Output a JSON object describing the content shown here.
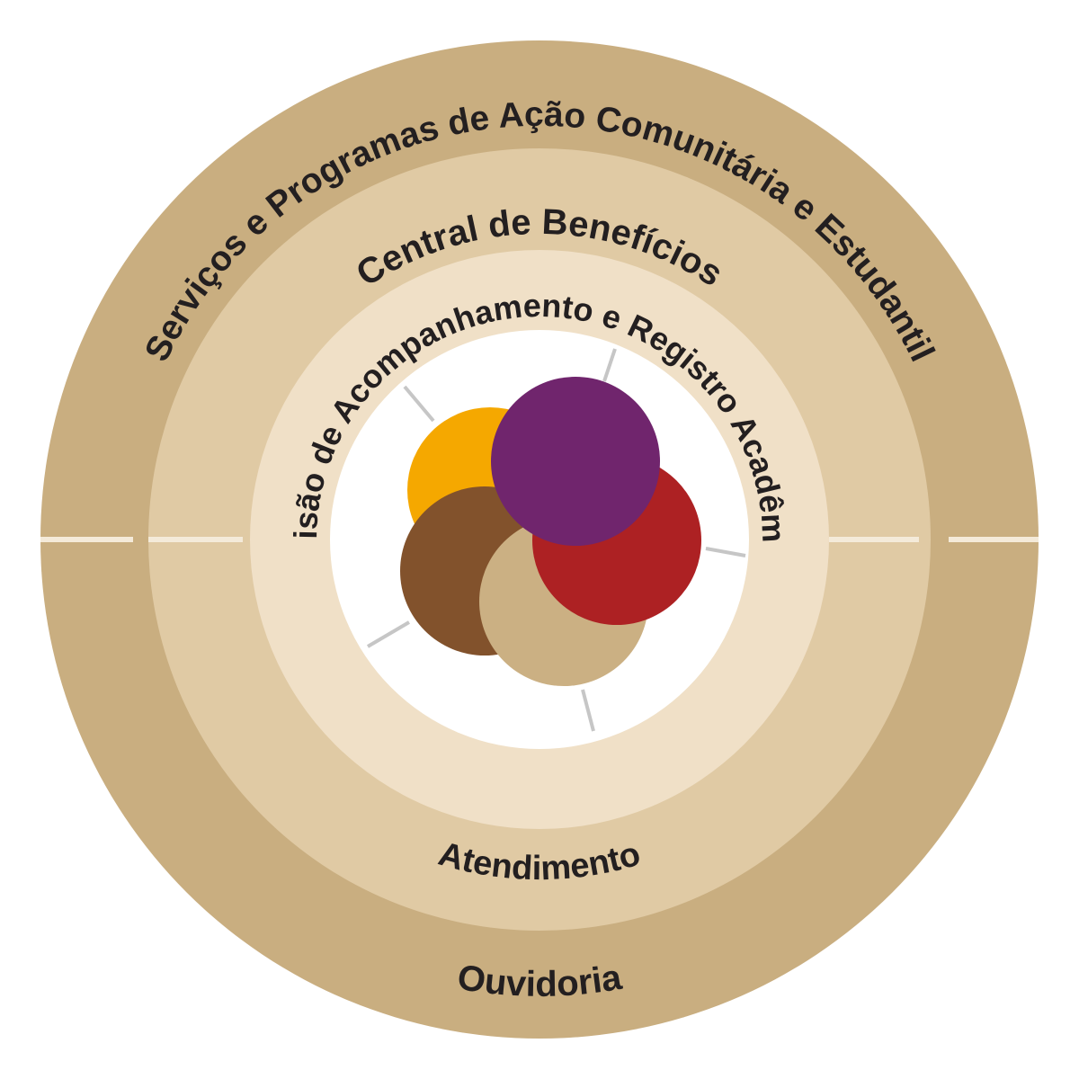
{
  "diagram": {
    "rings": [
      {
        "label": "Serviços e Programas de Ação Comunitária e Estudantil",
        "color": "#c9ae80"
      },
      {
        "label": "Central de Benefícios",
        "color": "#e0caa4"
      },
      {
        "label": "Divisão de Acompanhamento e Registro Acadêmico",
        "color": "#f0e0c7"
      }
    ],
    "bottom_labels": {
      "outer": "Ouvidoria",
      "middle": "Atendimento"
    },
    "center_circles": [
      {
        "name": "orange",
        "color": "#f5a800"
      },
      {
        "name": "brown",
        "color": "#82522c"
      },
      {
        "name": "tan",
        "color": "#cbb083"
      },
      {
        "name": "red",
        "color": "#ad2123"
      },
      {
        "name": "purple",
        "color": "#70256d"
      }
    ],
    "text_color": "#231f20",
    "tick_color": "#c6c6c6"
  }
}
